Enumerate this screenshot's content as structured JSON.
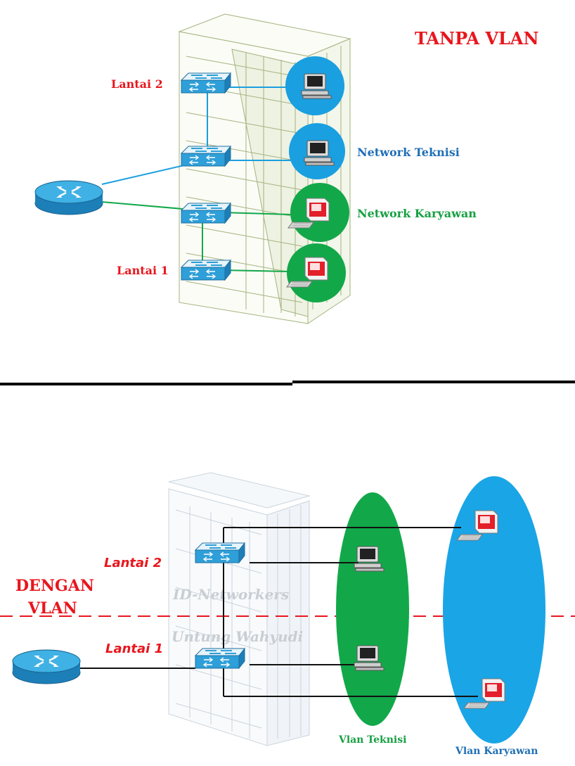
{
  "top_diagram": {
    "title": "TANPA VLAN",
    "floor_top_label": "Lantai 2",
    "floor_bottom_label": "Lantai 1",
    "network_labels": [
      "Network Teknisi",
      "Network Karyawan"
    ]
  },
  "bottom_diagram": {
    "title_line1": "DENGAN",
    "title_line2": "VLAN",
    "floor_top_label": "Lantai 2",
    "floor_bottom_label": "Lantai 1",
    "watermark_line1": "ID-Networkers",
    "watermark_line2": "Untung Wahyudi",
    "vlan_labels": [
      "Vlan Teknisi",
      "Vlan Karyawan"
    ]
  },
  "colors": {
    "accent_red": "#e8161d",
    "blue_network": "#1a9fe0",
    "green_network": "#12a84a",
    "switch_blue": "#2e9fd8",
    "building_outline": "#a3b37f"
  },
  "icons": [
    "building",
    "router",
    "switch",
    "computer",
    "workstation"
  ]
}
